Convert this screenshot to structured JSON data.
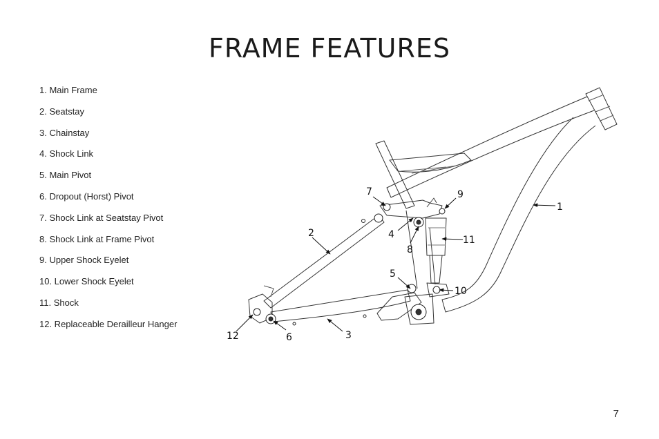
{
  "title": "FRAME FEATURES",
  "legend": [
    "1. Main Frame",
    "2. Seatstay",
    "3. Chainstay",
    "4. Shock Link",
    "5. Main Pivot",
    "6. Dropout (Horst) Pivot",
    "7. Shock Link at Seatstay Pivot",
    "8. Shock Link at Frame Pivot",
    "9. Upper Shock Eyelet",
    "10. Lower Shock Eyelet",
    "11. Shock",
    "12. Replaceable Derailleur Hanger"
  ],
  "callouts": [
    "1",
    "2",
    "3",
    "4",
    "5",
    "6",
    "7",
    "8",
    "9",
    "10",
    "11",
    "12"
  ],
  "page_number": "7"
}
